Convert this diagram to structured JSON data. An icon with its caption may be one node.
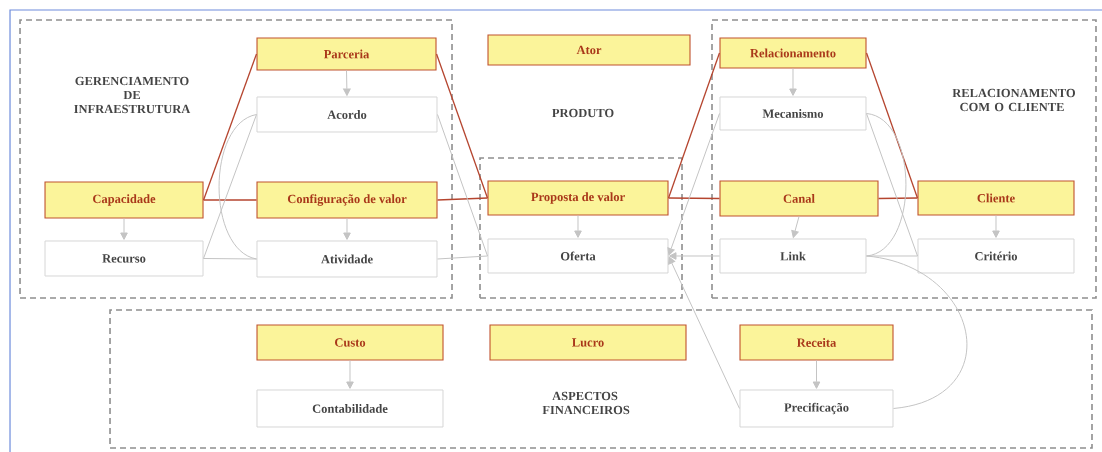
{
  "diagram": {
    "nodes": [
      {
        "text": [
          "GERENCIAMENTO DE INFRAESTRUTURA"
        ]
      },
      {
        "text": [
          "Parceria"
        ],
        "in": 0
      },
      {
        "text": [
          "Acordo"
        ],
        "in": 0
      },
      {
        "text": [
          "Capacidade"
        ],
        "in": 0
      },
      {
        "text": [
          "Configuração de valor"
        ],
        "in": 0
      },
      {
        "text": [
          "Recurso"
        ],
        "in": 0
      },
      {
        "text": [
          "Atividade"
        ],
        "in": 0
      },
      {
        "text": [
          "Ator"
        ]
      },
      {
        "text": [
          "PRODUTO"
        ]
      },
      {
        "text": [
          "Proposta de valor"
        ],
        "in": 8
      },
      {
        "text": [
          "Oferta"
        ],
        "in": 8
      },
      {
        "text": [
          "RELACIONAMENTO COM O CLIENTE"
        ]
      },
      {
        "text": [
          "Relacionamento"
        ],
        "in": 11
      },
      {
        "text": [
          "Mecanismo"
        ],
        "in": 11
      },
      {
        "text": [
          "Canal"
        ],
        "in": 11
      },
      {
        "text": [
          "Link"
        ],
        "in": 11
      },
      {
        "text": [
          "Cliente"
        ],
        "in": 11
      },
      {
        "text": [
          "Critério"
        ],
        "in": 11
      },
      {
        "text": [
          "ASPECTOS FINANCEIROS"
        ]
      },
      {
        "text": [
          "Custo"
        ],
        "in": 18
      },
      {
        "text": [
          "Lucro"
        ],
        "in": 18
      },
      {
        "text": [
          "Receita"
        ],
        "in": 18
      },
      {
        "text": [
          "Contabilidade"
        ],
        "in": 18
      },
      {
        "text": [
          "Precificação"
        ],
        "in": 18
      }
    ],
    "edges": [
      {
        "from": 3,
        "to": 1,
        "arrow": "none",
        "color": "#b5452f"
      },
      {
        "from": 3,
        "to": 4,
        "arrow": "none",
        "color": "#b5452f"
      },
      {
        "from": 4,
        "to": 9,
        "arrow": "none",
        "color": "#b5452f"
      },
      {
        "from": 1,
        "to": 9,
        "arrow": "none",
        "color": "#b5452f"
      },
      {
        "from": 9,
        "to": 12,
        "arrow": "none",
        "color": "#b5452f"
      },
      {
        "from": 9,
        "to": 14,
        "arrow": "none",
        "color": "#b5452f"
      },
      {
        "from": 12,
        "to": 16,
        "arrow": "none",
        "color": "#b5452f"
      },
      {
        "from": 14,
        "to": 16,
        "arrow": "none",
        "color": "#b5452f"
      },
      {
        "from": 1,
        "to": 2,
        "arrow": "to"
      },
      {
        "from": 3,
        "to": 5,
        "arrow": "to"
      },
      {
        "from": 4,
        "to": 6,
        "arrow": "to"
      },
      {
        "from": 9,
        "to": 10,
        "arrow": "to"
      },
      {
        "from": 12,
        "to": 13,
        "arrow": "to"
      },
      {
        "from": 14,
        "to": 15,
        "arrow": "to"
      },
      {
        "from": 16,
        "to": 17,
        "arrow": "to"
      },
      {
        "from": 19,
        "to": 22,
        "arrow": "to"
      },
      {
        "from": 21,
        "to": 23,
        "arrow": "to"
      },
      {
        "from": 5,
        "to": 2,
        "arrow": "none"
      },
      {
        "from": 5,
        "to": 6,
        "arrow": "none"
      },
      {
        "from": 2,
        "to": 6,
        "arrow": "none"
      },
      {
        "from": 2,
        "to": 10,
        "arrow": "none"
      },
      {
        "from": 6,
        "to": 10,
        "arrow": "none"
      },
      {
        "from": 13,
        "to": 10,
        "arrow": "to"
      },
      {
        "from": 15,
        "to": 10,
        "arrow": "to"
      },
      {
        "from": 23,
        "to": 10,
        "arrow": "to"
      },
      {
        "from": 13,
        "to": 15,
        "arrow": "none"
      },
      {
        "from": 13,
        "to": 17,
        "arrow": "none"
      },
      {
        "from": 17,
        "to": 15,
        "arrow": "none"
      },
      {
        "from": 15,
        "to": 23,
        "arrow": "none"
      }
    ]
  }
}
